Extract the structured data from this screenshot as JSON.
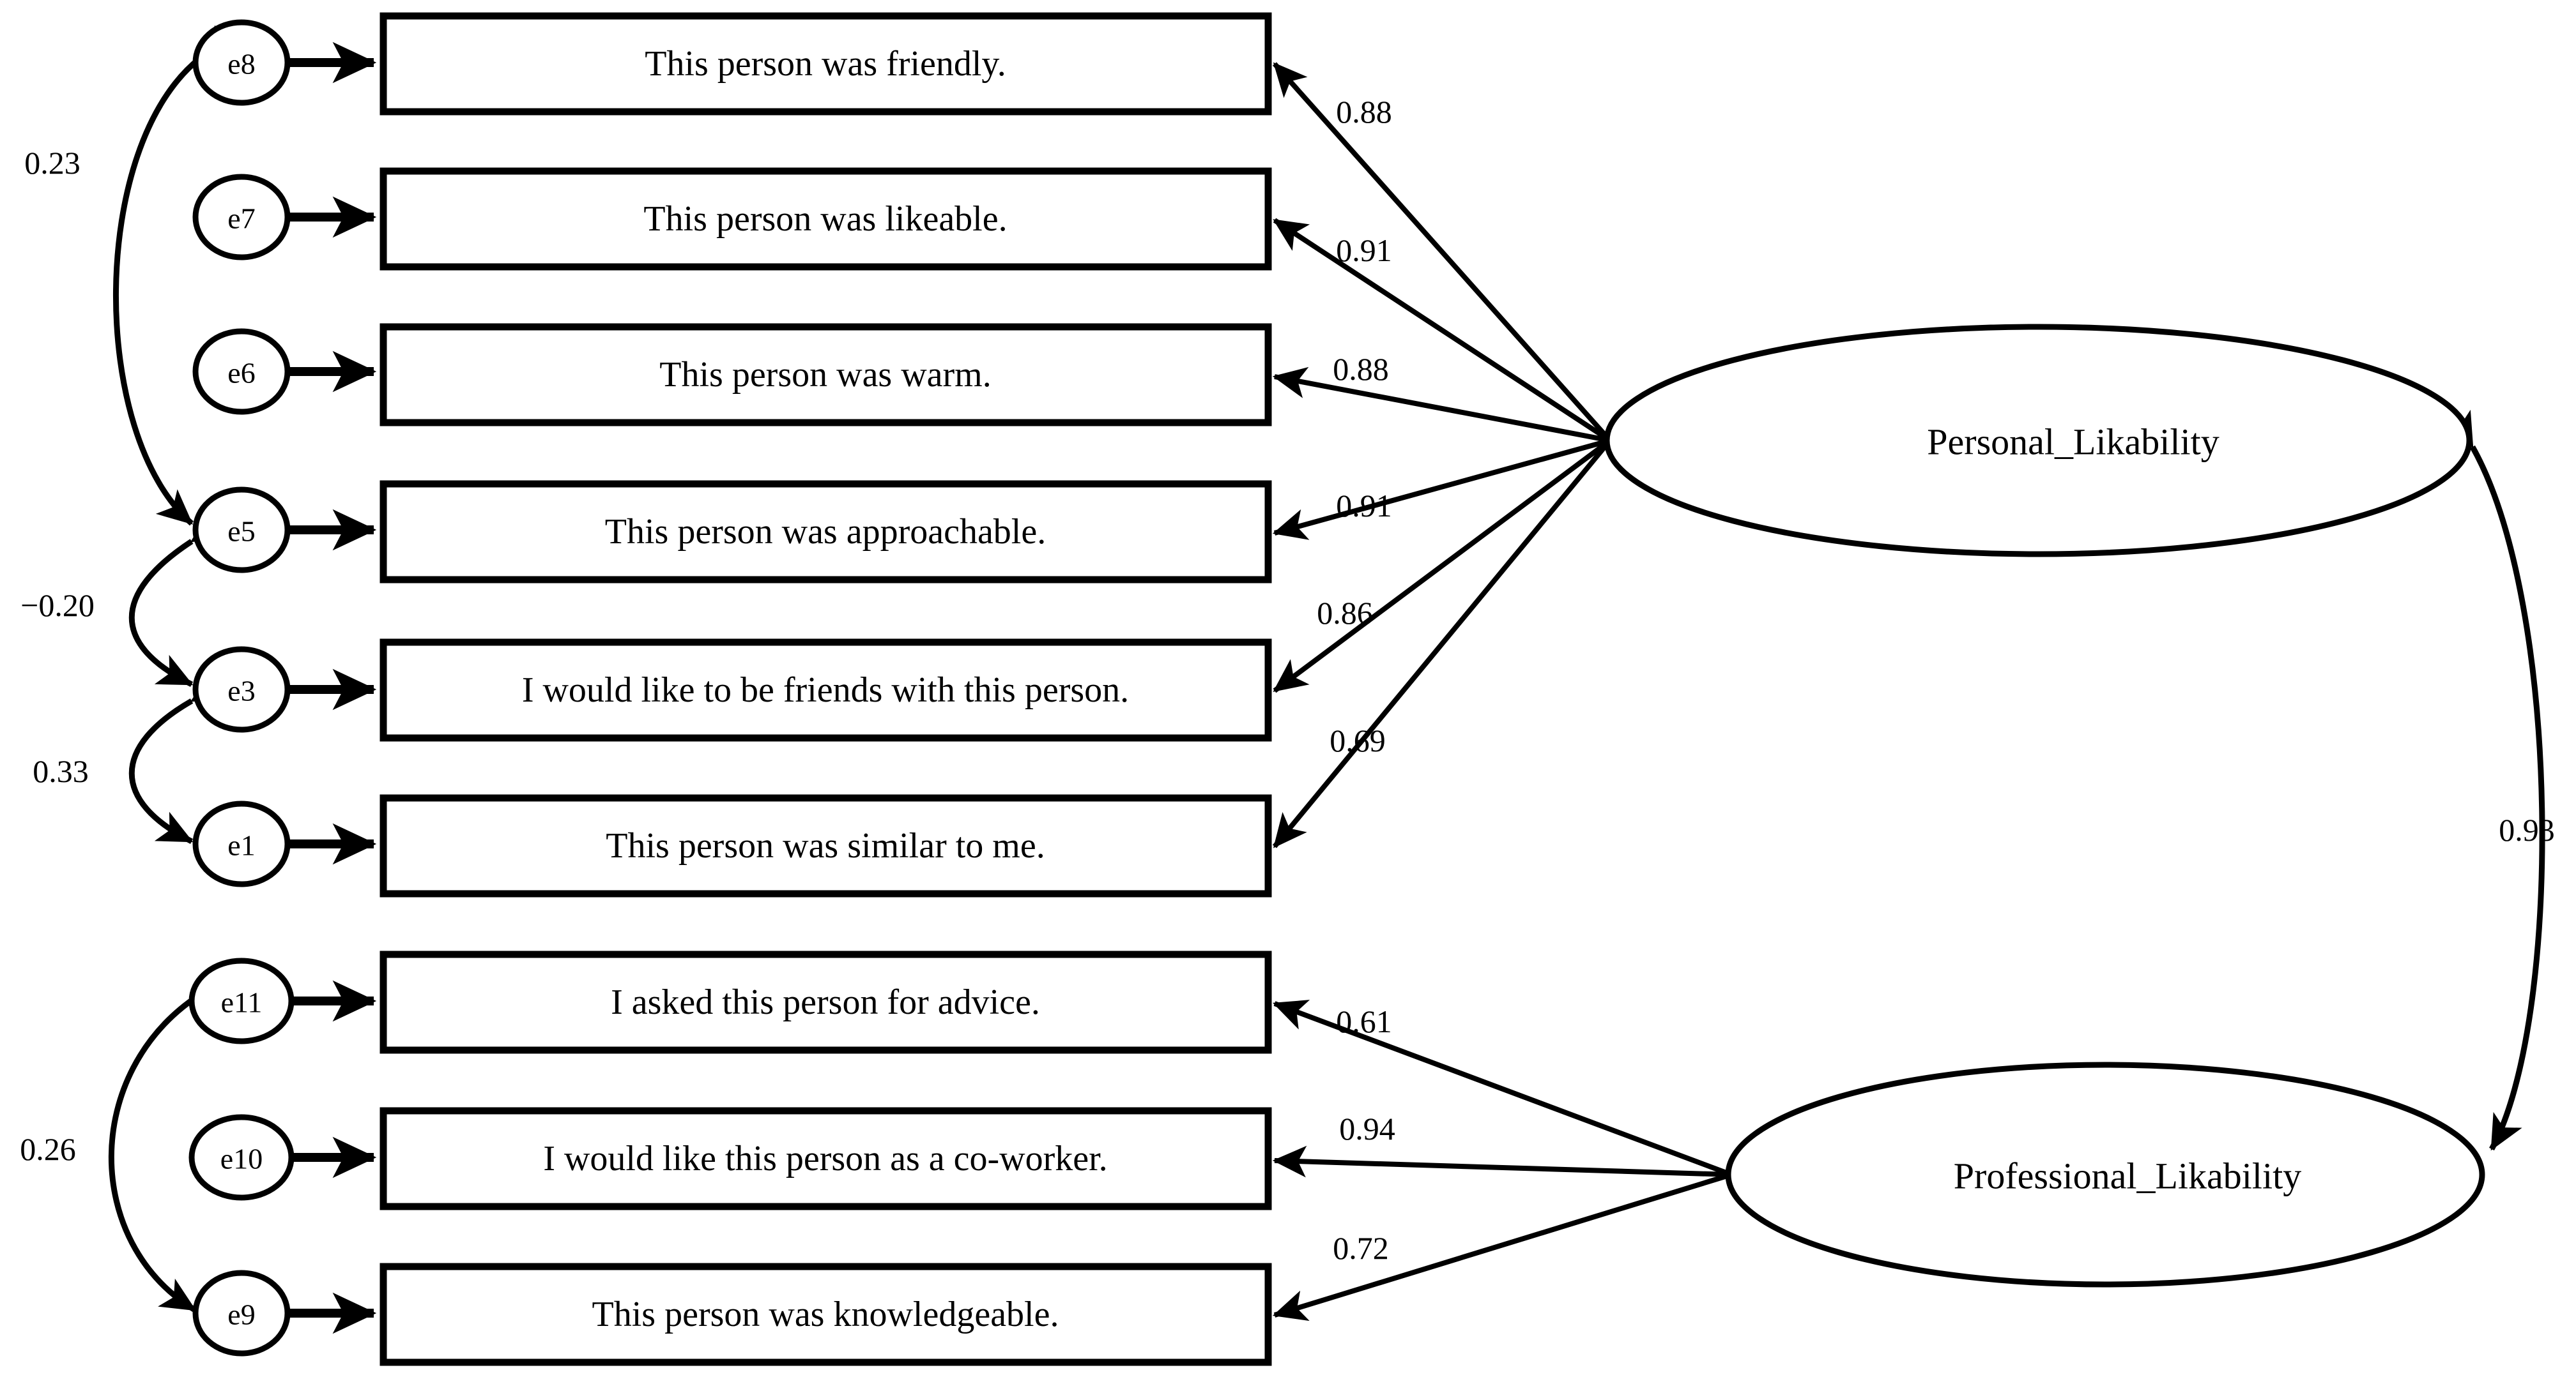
{
  "diagram": {
    "type": "sem-path-diagram",
    "title": "Confirmatory Factor Analysis of Likability",
    "background_color": "#ffffff",
    "line_color": "#000000"
  },
  "latents": [
    {
      "id": "personal",
      "label": "Personal_Likability",
      "shape": "ellipse"
    },
    {
      "id": "professional",
      "label": "Professional_Likability",
      "shape": "ellipse"
    }
  ],
  "errors": [
    {
      "id": "e8",
      "label": "e8"
    },
    {
      "id": "e7",
      "label": "e7"
    },
    {
      "id": "e6",
      "label": "e6"
    },
    {
      "id": "e5",
      "label": "e5"
    },
    {
      "id": "e3",
      "label": "e3"
    },
    {
      "id": "e1",
      "label": "e1"
    },
    {
      "id": "e11",
      "label": "e11"
    },
    {
      "id": "e10",
      "label": "e10"
    },
    {
      "id": "e9",
      "label": "e9"
    }
  ],
  "indicators": [
    {
      "id": "i8",
      "error": "e8",
      "label": "This person was friendly."
    },
    {
      "id": "i7",
      "error": "e7",
      "label": "This person was likeable."
    },
    {
      "id": "i6",
      "error": "e6",
      "label": "This person was warm."
    },
    {
      "id": "i5",
      "error": "e5",
      "label": "This person was approachable."
    },
    {
      "id": "i3",
      "error": "e3",
      "label": "I would like to be friends with this person."
    },
    {
      "id": "i1",
      "error": "e1",
      "label": "This person was similar to me."
    },
    {
      "id": "i11",
      "error": "e11",
      "label": "I asked this person for advice."
    },
    {
      "id": "i10",
      "error": "e10",
      "label": "I would like this person as a co-worker."
    },
    {
      "id": "i9",
      "error": "e9",
      "label": "This person was knowledgeable."
    }
  ],
  "loadings": [
    {
      "from": "personal",
      "to": "i8",
      "value": "0.88"
    },
    {
      "from": "personal",
      "to": "i7",
      "value": "0.91"
    },
    {
      "from": "personal",
      "to": "i6",
      "value": "0.88"
    },
    {
      "from": "personal",
      "to": "i5",
      "value": "0.91"
    },
    {
      "from": "personal",
      "to": "i3",
      "value": "0.86"
    },
    {
      "from": "personal",
      "to": "i1",
      "value": "0.69"
    },
    {
      "from": "professional",
      "to": "i11",
      "value": "0.61"
    },
    {
      "from": "professional",
      "to": "i10",
      "value": "0.94"
    },
    {
      "from": "professional",
      "to": "i9",
      "value": "0.72"
    }
  ],
  "covariances": [
    {
      "between": [
        "e8",
        "e5"
      ],
      "value": "0.23"
    },
    {
      "between": [
        "e5",
        "e3"
      ],
      "value": "−0.20"
    },
    {
      "between": [
        "e3",
        "e1"
      ],
      "value": "0.33"
    },
    {
      "between": [
        "e11",
        "e9"
      ],
      "value": "0.26"
    },
    {
      "between": [
        "personal",
        "professional"
      ],
      "value": "0.93"
    }
  ],
  "chart_data": {
    "type": "diagram",
    "title": "Two-factor CFA: Personal and Professional Likability",
    "factors": [
      {
        "name": "Personal_Likability",
        "indicators": [
          {
            "error": "e8",
            "item": "This person was friendly.",
            "loading": 0.88
          },
          {
            "error": "e7",
            "item": "This person was likeable.",
            "loading": 0.91
          },
          {
            "error": "e6",
            "item": "This person was warm.",
            "loading": 0.88
          },
          {
            "error": "e5",
            "item": "This person was approachable.",
            "loading": 0.91
          },
          {
            "error": "e3",
            "item": "I would like to be friends with this person.",
            "loading": 0.86
          },
          {
            "error": "e1",
            "item": "This person was similar to me.",
            "loading": 0.69
          }
        ]
      },
      {
        "name": "Professional_Likability",
        "indicators": [
          {
            "error": "e11",
            "item": "I asked this person for advice.",
            "loading": 0.61
          },
          {
            "error": "e10",
            "item": "I would like this person as a co-worker.",
            "loading": 0.94
          },
          {
            "error": "e9",
            "item": "This person was knowledgeable.",
            "loading": 0.72
          }
        ]
      }
    ],
    "error_covariances": [
      {
        "pair": [
          "e8",
          "e5"
        ],
        "value": 0.23
      },
      {
        "pair": [
          "e5",
          "e3"
        ],
        "value": -0.2
      },
      {
        "pair": [
          "e3",
          "e1"
        ],
        "value": 0.33
      },
      {
        "pair": [
          "e11",
          "e9"
        ],
        "value": 0.26
      }
    ],
    "factor_covariance": {
      "pair": [
        "Personal_Likability",
        "Professional_Likability"
      ],
      "value": 0.93
    }
  }
}
